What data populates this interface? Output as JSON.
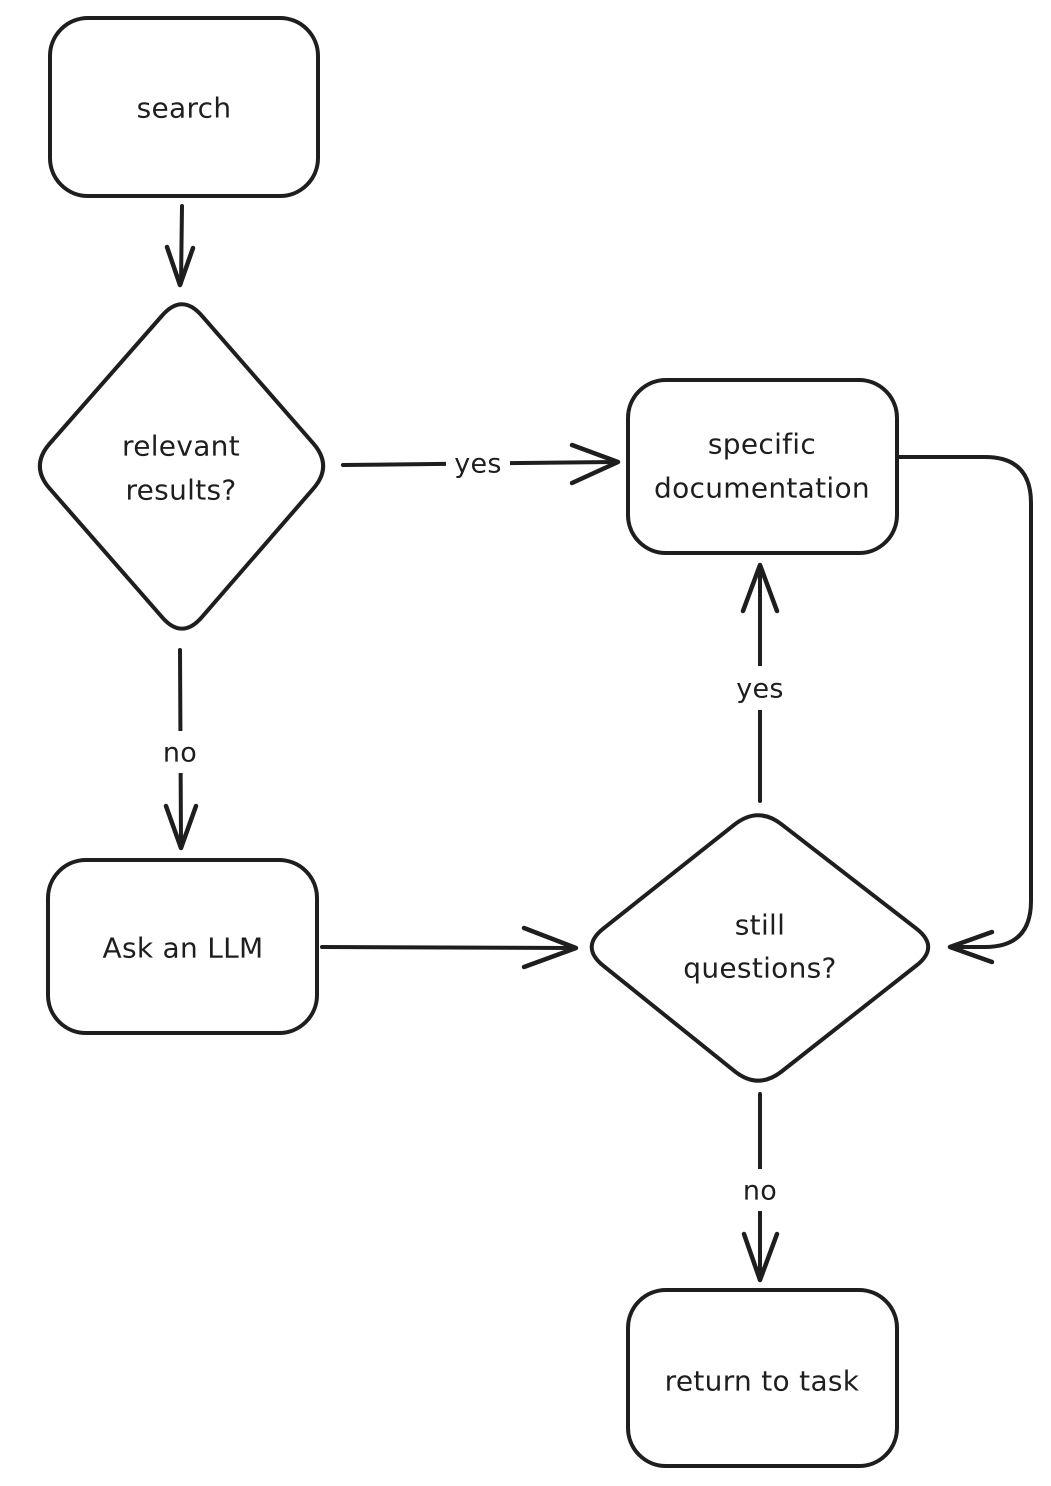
{
  "diagram": {
    "type": "flowchart",
    "style": "hand-drawn",
    "colors": {
      "background": "#ffffff",
      "stroke": "#1e1e1e",
      "text": "#1e1e1e"
    },
    "nodes": {
      "search": {
        "shape": "rounded-rect",
        "label": "search"
      },
      "relevant_results": {
        "shape": "diamond",
        "line1": "relevant",
        "line2": "results?"
      },
      "specific_documentation": {
        "shape": "rounded-rect",
        "line1": "specific",
        "line2": "documentation"
      },
      "ask_an_llm": {
        "shape": "rounded-rect",
        "label": "Ask an LLM"
      },
      "still_questions": {
        "shape": "diamond",
        "line1": "still",
        "line2": "questions?"
      },
      "return_to_task": {
        "shape": "rounded-rect",
        "label": "return to task"
      }
    },
    "edges": [
      {
        "from": "search",
        "to": "relevant_results",
        "label": ""
      },
      {
        "from": "relevant_results",
        "to": "specific_documentation",
        "label": "yes"
      },
      {
        "from": "relevant_results",
        "to": "ask_an_llm",
        "label": "no"
      },
      {
        "from": "ask_an_llm",
        "to": "still_questions",
        "label": ""
      },
      {
        "from": "still_questions",
        "to": "specific_documentation",
        "label": "yes"
      },
      {
        "from": "still_questions",
        "to": "return_to_task",
        "label": "no"
      },
      {
        "from": "specific_documentation",
        "to": "still_questions",
        "label": ""
      }
    ]
  }
}
